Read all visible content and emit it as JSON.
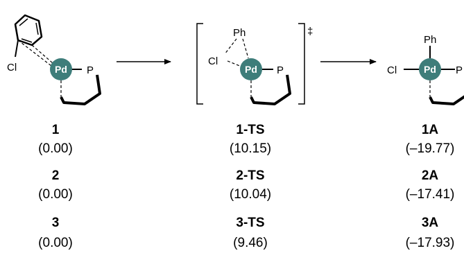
{
  "atoms": {
    "pd": "Pd",
    "p": "P",
    "cl": "Cl",
    "ph": "Ph",
    "dagger": "‡"
  },
  "colors": {
    "pd_fill": "#3e7d7a"
  },
  "columns": [
    {
      "rows": [
        {
          "name": "1",
          "energy": "(0.00)"
        },
        {
          "name": "2",
          "energy": "(0.00)"
        },
        {
          "name": "3",
          "energy": "(0.00)"
        }
      ]
    },
    {
      "rows": [
        {
          "name": "1-TS",
          "energy": "(10.15)"
        },
        {
          "name": "2-TS",
          "energy": "(10.04)"
        },
        {
          "name": "3-TS",
          "energy": "(9.46)"
        }
      ]
    },
    {
      "rows": [
        {
          "name": "1A",
          "energy": "(–19.77)"
        },
        {
          "name": "2A",
          "energy": "(–17.41)"
        },
        {
          "name": "3A",
          "energy": "(–17.93)"
        }
      ]
    }
  ]
}
